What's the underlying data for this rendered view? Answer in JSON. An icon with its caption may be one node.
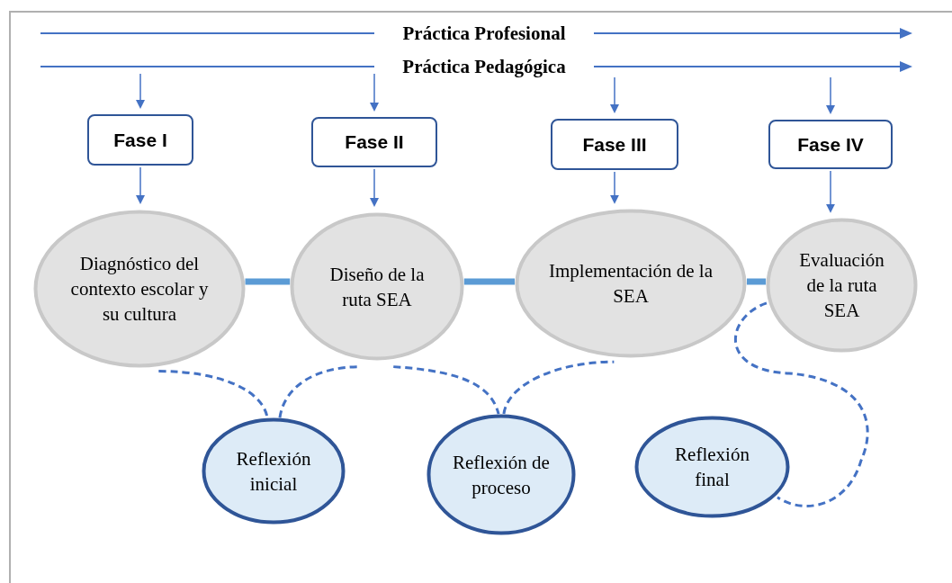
{
  "diagram": {
    "nodes": [
      {
        "text": [
          "Fase I"
        ]
      },
      {
        "text": [
          "Fase II"
        ]
      },
      {
        "text": [
          "Fase III"
        ]
      },
      {
        "text": [
          "Fase IV"
        ]
      },
      {
        "text": [
          "Diagnóstico del contexto escolar y su cultura"
        ]
      },
      {
        "text": [
          "Diseño de la ruta SEA"
        ]
      },
      {
        "text": [
          "Implementación de la SEA"
        ]
      },
      {
        "text": [
          "Evaluación de la ruta SEA"
        ]
      },
      {
        "text": [
          "Reflexión inicial"
        ]
      },
      {
        "text": [
          "Reflexión de proceso"
        ]
      },
      {
        "text": [
          "Reflexión final"
        ]
      }
    ],
    "edges": [
      {
        "from": null,
        "to": 0,
        "arrow": "to"
      },
      {
        "from": null,
        "to": 1,
        "arrow": "to"
      },
      {
        "from": null,
        "to": 2,
        "arrow": "to"
      },
      {
        "from": null,
        "to": 3,
        "arrow": "to"
      },
      {
        "from": 0,
        "to": 4,
        "arrow": "to"
      },
      {
        "from": 1,
        "to": 5,
        "arrow": "to"
      },
      {
        "from": 2,
        "to": 6,
        "arrow": "to"
      },
      {
        "from": 3,
        "to": 7,
        "arrow": "to"
      },
      {
        "from": 4,
        "to": 5,
        "arrow": "none",
        "style": "thick",
        "color": "#5b9bd5"
      },
      {
        "from": 5,
        "to": 6,
        "arrow": "none",
        "style": "thick",
        "color": "#5b9bd5"
      },
      {
        "from": 6,
        "to": 7,
        "arrow": "none",
        "style": "thick",
        "color": "#5b9bd5"
      },
      {
        "from": 4,
        "to": 8,
        "arrow": "none",
        "style": "dashed"
      },
      {
        "from": 8,
        "to": 5,
        "arrow": "none",
        "style": "dashed"
      },
      {
        "from": 5,
        "to": 9,
        "arrow": "none",
        "style": "dashed"
      },
      {
        "from": 9,
        "to": 6,
        "arrow": "none",
        "style": "dashed"
      },
      {
        "from": 7,
        "to": 10,
        "arrow": "none",
        "style": "dashed"
      }
    ],
    "labels": [
      "Práctica Profesional",
      "Práctica Pedagógica"
    ]
  }
}
